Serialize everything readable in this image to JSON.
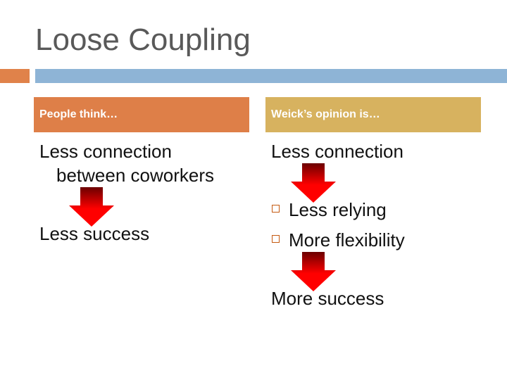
{
  "slide": {
    "title": "Loose Coupling"
  },
  "colors": {
    "accent_orange": "#e0824a",
    "accent_blue": "#8eb4d6",
    "header_left": "#de7f48",
    "header_right": "#d7b25f",
    "arrow_red": "#ff0000",
    "arrow_dark": "#6b0000"
  },
  "left_column": {
    "header": "People think…",
    "line1": "Less connection",
    "line2": "between coworkers",
    "result": "Less success"
  },
  "right_column": {
    "header": "Weick’s opinion is…",
    "start": "Less connection",
    "bullets": [
      "Less relying",
      "More flexibility"
    ],
    "result": "More success"
  },
  "icons": [
    "down-arrow-icon",
    "square-bullet-icon"
  ]
}
